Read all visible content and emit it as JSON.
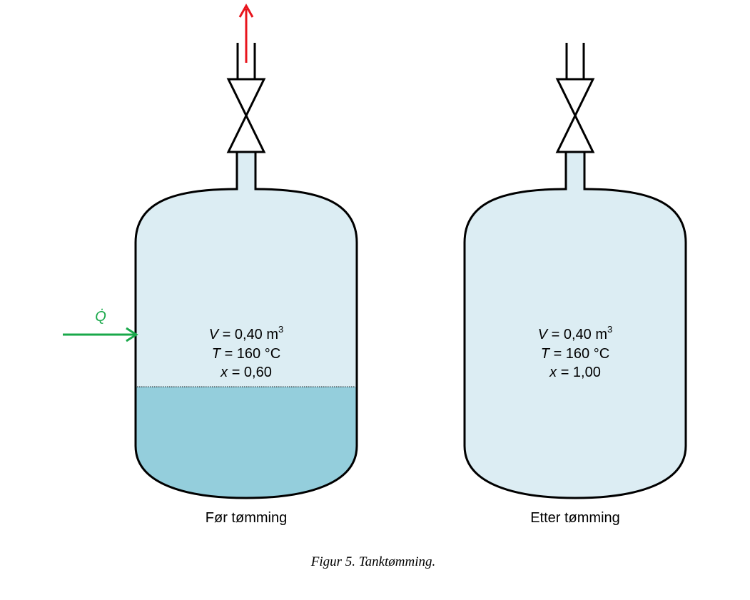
{
  "colors": {
    "gas": "#dcedf3",
    "liquid": "#94cedc",
    "outline": "#000000",
    "outflow_arrow": "#e8141c",
    "heat_arrow": "#19a84a"
  },
  "before": {
    "title": "Før tømming",
    "heat_label": "Q̇",
    "liquid_fill_fraction": 0.36,
    "volume": {
      "var": "V",
      "value": " = 0,40 m",
      "exp": "3"
    },
    "temperature": {
      "var": "T",
      "value": " = 160 °C"
    },
    "quality": {
      "var": "x",
      "value": " = 0,60"
    }
  },
  "after": {
    "title": "Etter tømming",
    "volume": {
      "var": "V",
      "value": " = 0,40 m",
      "exp": "3"
    },
    "temperature": {
      "var": "T",
      "value": " = 160 °C"
    },
    "quality": {
      "var": "x",
      "value": " = 1,00"
    }
  },
  "caption": "Figur 5. Tanktømming."
}
